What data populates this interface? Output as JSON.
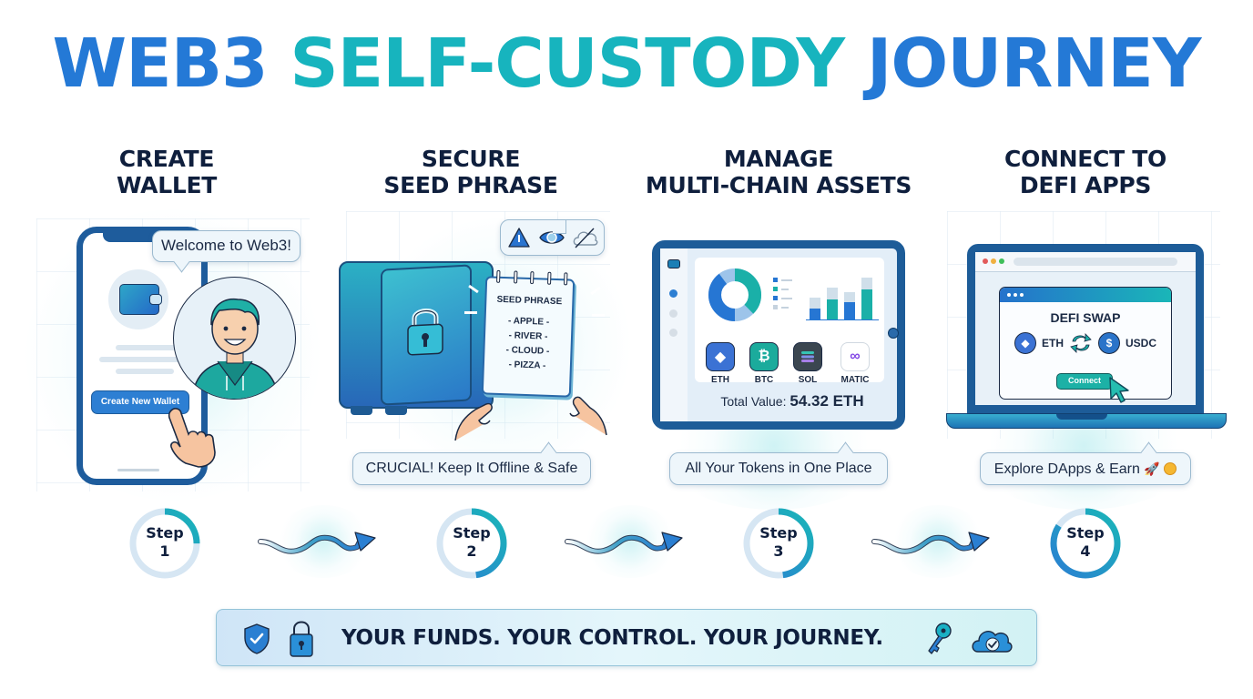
{
  "title": {
    "part1": "WEB3",
    "part2": "SELF-CUSTODY",
    "part3": "JOURNEY",
    "colors": {
      "blue": "#2479d6",
      "teal": "#17b4be"
    }
  },
  "steps": [
    {
      "header_line1": "CREATE",
      "header_line2": "WALLET",
      "bubble": "Welcome to Web3!",
      "button": "Create New Wallet",
      "step_label": "Step",
      "step_number": "1",
      "progress": 0.25
    },
    {
      "header_line1": "SECURE",
      "header_line2": "SEED PHRASE",
      "notebook_title": "SEED PHRASE",
      "seed_words": [
        "- APPLE -",
        "- RIVER -",
        "- CLOUD -",
        "- PIZZA -"
      ],
      "warning_icons": [
        "warning-icon",
        "eye-icon",
        "no-cloud-icon"
      ],
      "callout": "CRUCIAL! Keep It Offline & Safe",
      "step_label": "Step",
      "step_number": "2",
      "progress": 0.5
    },
    {
      "header_line1": "MANAGE",
      "header_line2": "MULTI-CHAIN ASSETS",
      "tokens": [
        {
          "symbol": "ETH",
          "color": "#3b72d4"
        },
        {
          "symbol": "BTC",
          "color": "#1bab9c"
        },
        {
          "symbol": "SOL",
          "color": "#3b4650"
        },
        {
          "symbol": "MATIC",
          "color": "#ffffff"
        }
      ],
      "total_label": "Total Value:",
      "total_value": "54.32 ETH",
      "callout": "All Your Tokens in One Place",
      "step_label": "Step",
      "step_number": "3",
      "progress": 0.5
    },
    {
      "header_line1": "CONNECT TO",
      "header_line2": "DEFI APPS",
      "dapp_title": "DEFI SWAP",
      "swap_from": "ETH",
      "swap_to": "USDC",
      "connect_button": "Connect",
      "callout": "Explore DApps & Earn",
      "callout_emoji": "🚀",
      "step_label": "Step",
      "step_number": "4",
      "progress": 0.85
    }
  ],
  "banner": {
    "text": "YOUR FUNDS. YOUR CONTROL. YOUR JOURNEY.",
    "icons": [
      "shield-check-icon",
      "padlock-icon",
      "key-icon",
      "cloud-check-icon"
    ]
  }
}
